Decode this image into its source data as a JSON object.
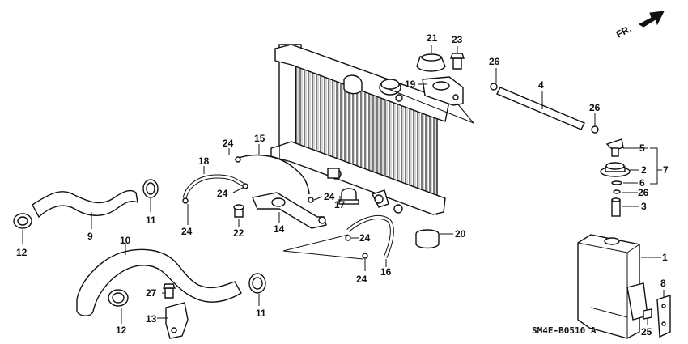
{
  "diagram": {
    "code": "SM4E-B0510 A",
    "direction": "FR."
  },
  "callouts": [
    {
      "id": "c1",
      "text": "1"
    },
    {
      "id": "c2",
      "text": "2"
    },
    {
      "id": "c3",
      "text": "3"
    },
    {
      "id": "c4",
      "text": "4"
    },
    {
      "id": "c5",
      "text": "5"
    },
    {
      "id": "c6",
      "text": "6"
    },
    {
      "id": "c7",
      "text": "7"
    },
    {
      "id": "c8",
      "text": "8"
    },
    {
      "id": "c9",
      "text": "9"
    },
    {
      "id": "c10",
      "text": "10"
    },
    {
      "id": "c11a",
      "text": "11"
    },
    {
      "id": "c11b",
      "text": "11"
    },
    {
      "id": "c12a",
      "text": "12"
    },
    {
      "id": "c12b",
      "text": "12"
    },
    {
      "id": "c13",
      "text": "13"
    },
    {
      "id": "c14",
      "text": "14"
    },
    {
      "id": "c15",
      "text": "15"
    },
    {
      "id": "c16",
      "text": "16"
    },
    {
      "id": "c17",
      "text": "17"
    },
    {
      "id": "c18",
      "text": "18"
    },
    {
      "id": "c19",
      "text": "19"
    },
    {
      "id": "c20",
      "text": "20"
    },
    {
      "id": "c21",
      "text": "21"
    },
    {
      "id": "c22",
      "text": "22"
    },
    {
      "id": "c23",
      "text": "23"
    },
    {
      "id": "c24a",
      "text": "24"
    },
    {
      "id": "c24b",
      "text": "24"
    },
    {
      "id": "c24c",
      "text": "24"
    },
    {
      "id": "c24d",
      "text": "24"
    },
    {
      "id": "c24e",
      "text": "24"
    },
    {
      "id": "c24f",
      "text": "24"
    },
    {
      "id": "c25",
      "text": "25"
    },
    {
      "id": "c26a",
      "text": "26"
    },
    {
      "id": "c26b",
      "text": "26"
    },
    {
      "id": "c26c",
      "text": "26"
    },
    {
      "id": "c27",
      "text": "27"
    }
  ]
}
